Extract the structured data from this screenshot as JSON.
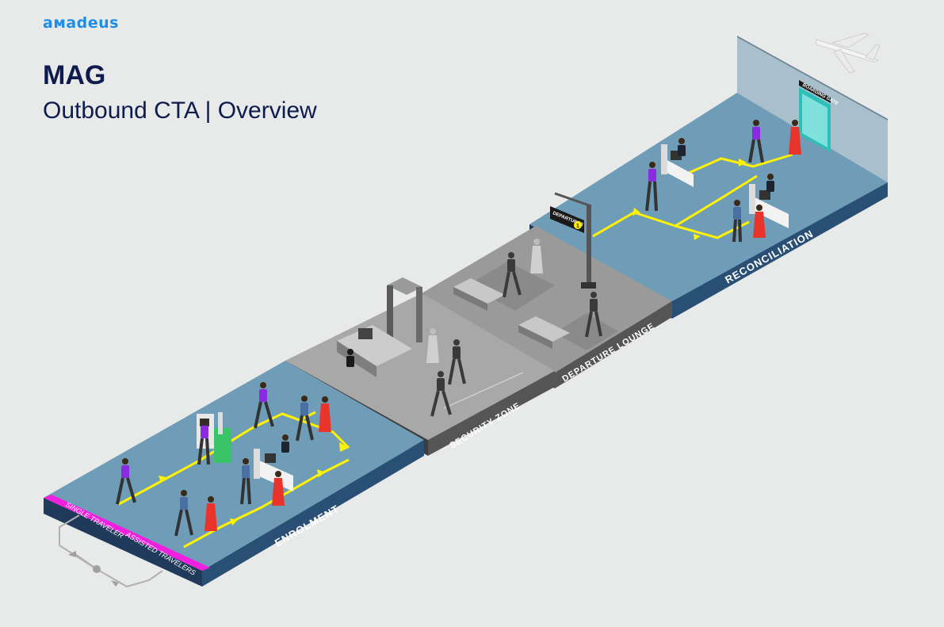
{
  "header": {
    "logo": "aмadeus",
    "title": "MAG",
    "subtitle": "Outbound CTA | Overview"
  },
  "zones": {
    "enrolment": "ENROLMENT",
    "security": "SECURITY ZONE",
    "lounge": "DEPARTURE LOUNGE",
    "reconciliation": "RECONCILIATION"
  },
  "lanes": {
    "single": "SINGLE TRAVELER",
    "assisted": "ASSISTED TRAVELERS"
  },
  "signs": {
    "departures": "DEPARTURES",
    "gate_number": "1",
    "boarding": "BOARDING GATE"
  },
  "colors": {
    "background": "#e8e9e9",
    "brand": "#1d8fe8",
    "title": "#0e1b4d",
    "blue_floor": "#6f9cb6",
    "gray_floor": "#9a9a9a",
    "edge": "#233e5e",
    "path": "#fff200",
    "entry_strip": "#f020e0",
    "person_purple": "#8a2be2",
    "person_blue": "#4a6fa5",
    "person_red": "#e8342b"
  },
  "icons": [
    "airplane-icon",
    "departures-sign-icon",
    "security-gate-icon",
    "kiosk-icon",
    "seating-icon"
  ]
}
